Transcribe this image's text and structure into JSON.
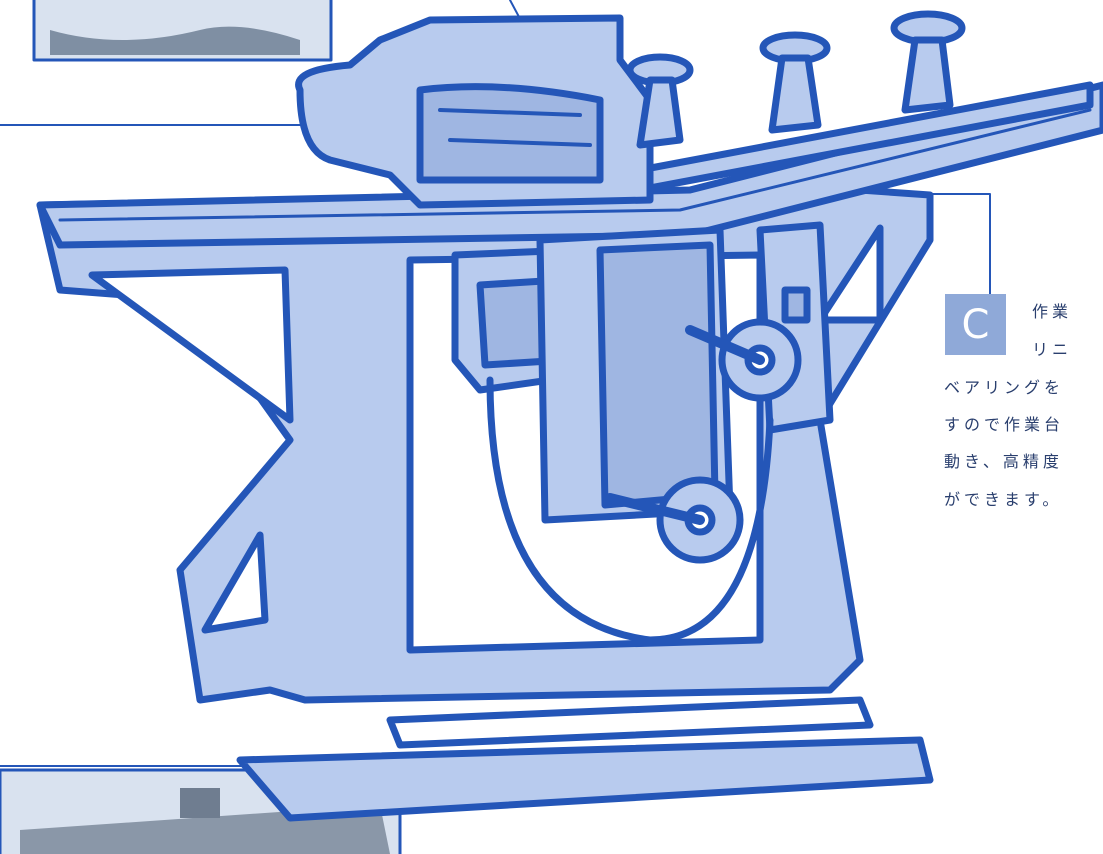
{
  "callout": {
    "letter": "C",
    "lines": [
      "作業",
      "リニ",
      "ベアリングを",
      "すので作業台",
      "動き、高精度",
      "ができます。"
    ]
  },
  "colors": {
    "line": "#2456b8",
    "fill": "#b8cbee",
    "inset_fill": "#d9e2ef",
    "badge": "#8fa9d8",
    "text": "#2a3f6e"
  }
}
